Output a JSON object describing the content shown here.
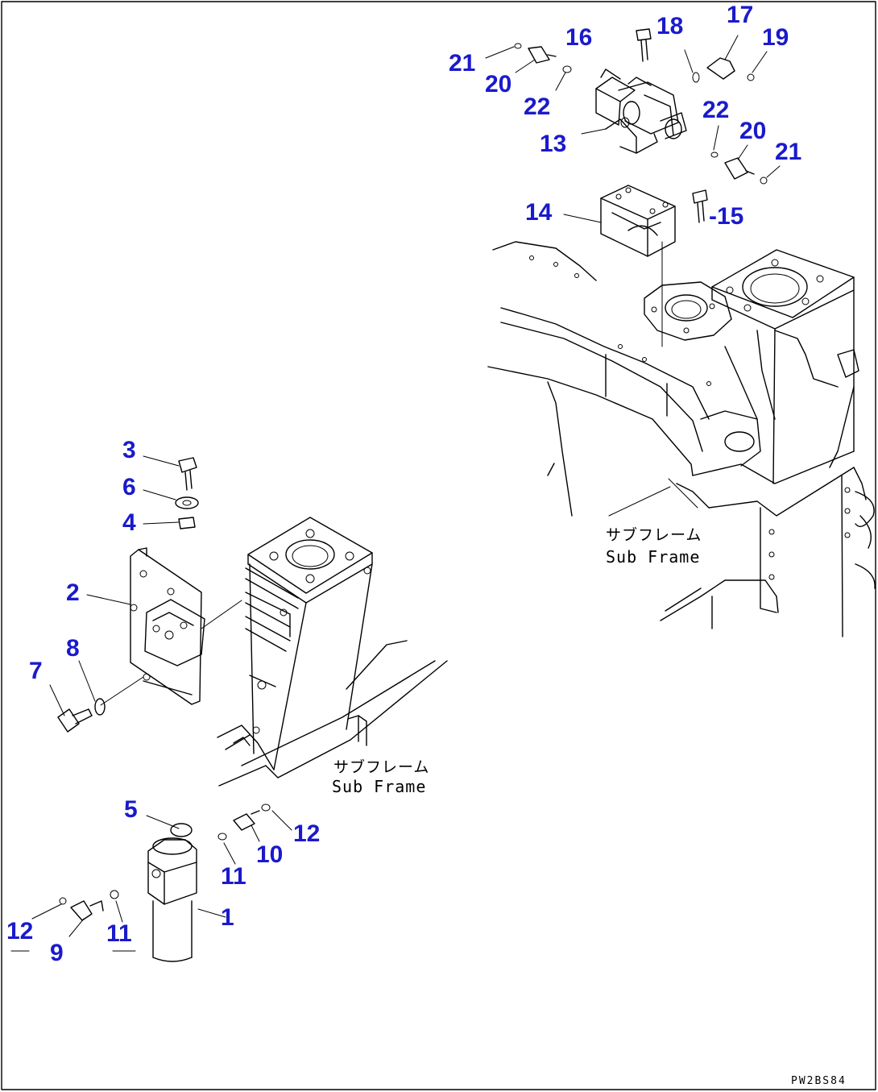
{
  "callouts": [
    {
      "id": "1",
      "text": "1"
    },
    {
      "id": "2",
      "text": "2"
    },
    {
      "id": "3",
      "text": "3"
    },
    {
      "id": "4",
      "text": "4"
    },
    {
      "id": "5",
      "text": "5"
    },
    {
      "id": "6",
      "text": "6"
    },
    {
      "id": "7",
      "text": "7"
    },
    {
      "id": "8",
      "text": "8"
    },
    {
      "id": "9",
      "text": "9"
    },
    {
      "id": "10",
      "text": "10"
    },
    {
      "id": "11a",
      "text": "11"
    },
    {
      "id": "11b",
      "text": "11"
    },
    {
      "id": "12a",
      "text": "12"
    },
    {
      "id": "12b",
      "text": "12"
    },
    {
      "id": "13",
      "text": "13"
    },
    {
      "id": "14",
      "text": "14"
    },
    {
      "id": "15",
      "text": "-15"
    },
    {
      "id": "16",
      "text": "16"
    },
    {
      "id": "17",
      "text": "17"
    },
    {
      "id": "18",
      "text": "18"
    },
    {
      "id": "19",
      "text": "19"
    },
    {
      "id": "20a",
      "text": "20"
    },
    {
      "id": "20b",
      "text": "20"
    },
    {
      "id": "21a",
      "text": "21"
    },
    {
      "id": "21b",
      "text": "21"
    },
    {
      "id": "22a",
      "text": "22"
    },
    {
      "id": "22b",
      "text": "22"
    }
  ],
  "labels": {
    "sub_frame_jp_1": "サブフレーム",
    "sub_frame_en_1": "Sub Frame",
    "sub_frame_jp_2": "サブフレーム",
    "sub_frame_en_2": "Sub Frame",
    "drawing_code": "PW2BS84"
  },
  "colors": {
    "callout": "#1a1acc",
    "line": "#000000",
    "background": "#ffffff"
  }
}
